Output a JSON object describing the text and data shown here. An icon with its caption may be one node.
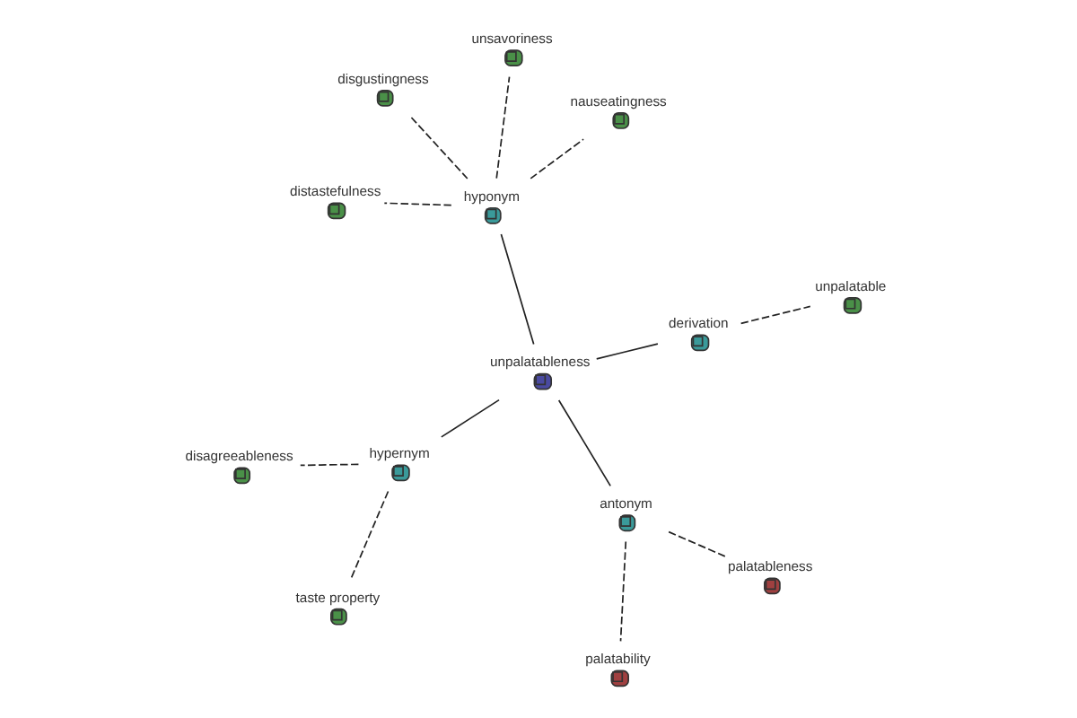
{
  "diagram": {
    "nodes": [
      {
        "text": [
          "disagreeableness"
        ]
      },
      {
        "text": [
          "nauseatingness"
        ]
      },
      {
        "text": [
          "taste property"
        ]
      },
      {
        "text": [
          "disgustingness"
        ]
      },
      {
        "text": [
          "unsavoriness"
        ]
      },
      {
        "text": [
          "hypernym"
        ]
      },
      {
        "text": [
          "hyponym"
        ]
      },
      {
        "text": [
          "palatableness"
        ]
      },
      {
        "text": [
          "distastefulness"
        ]
      },
      {
        "text": [
          "unpalatableness"
        ]
      },
      {
        "text": [
          "palatability"
        ]
      },
      {
        "text": [
          "antonym"
        ]
      },
      {
        "text": [
          "derivation"
        ]
      },
      {
        "text": [
          "unpalatable"
        ]
      }
    ],
    "edges": [
      {
        "from": 9,
        "to": 5,
        "arrow": "none"
      },
      {
        "from": 9,
        "to": 6,
        "arrow": "none"
      },
      {
        "from": 9,
        "to": 11,
        "arrow": "none"
      },
      {
        "from": 9,
        "to": 12,
        "arrow": "none"
      },
      {
        "from": 5,
        "to": 0,
        "arrow": "none",
        "style": "dashed"
      },
      {
        "from": 5,
        "to": 2,
        "arrow": "none",
        "style": "dashed"
      },
      {
        "from": 6,
        "to": 1,
        "arrow": "none",
        "style": "dashed"
      },
      {
        "from": 6,
        "to": 3,
        "arrow": "none",
        "style": "dashed"
      },
      {
        "from": 6,
        "to": 4,
        "arrow": "none",
        "style": "dashed"
      },
      {
        "from": 6,
        "to": 8,
        "arrow": "none",
        "style": "dashed"
      },
      {
        "from": 11,
        "to": 7,
        "arrow": "none",
        "style": "dashed"
      },
      {
        "from": 11,
        "to": 10,
        "arrow": "none",
        "style": "dashed"
      },
      {
        "from": 12,
        "to": 13,
        "arrow": "none",
        "style": "dashed"
      }
    ]
  }
}
